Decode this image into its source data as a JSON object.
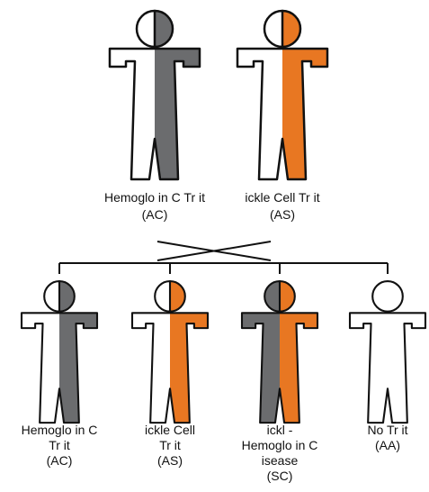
{
  "colors": {
    "outline": "#111111",
    "white": "#ffffff",
    "gray": "#6b6c6e",
    "orange": "#e87722"
  },
  "parents": [
    {
      "id": "parent-ac",
      "left_fill": "white",
      "right_fill": "gray",
      "label": [
        "Hemoglo  in C Tr  it",
        "(AC)"
      ]
    },
    {
      "id": "parent-as",
      "left_fill": "white",
      "right_fill": "orange",
      "label": [
        "ickle Cell Tr  it",
        "(AS)"
      ]
    }
  ],
  "children": [
    {
      "id": "child-ac",
      "left_fill": "white",
      "right_fill": "gray",
      "label": [
        "Hemoglo  in C",
        "Tr  it",
        "(AC)"
      ]
    },
    {
      "id": "child-as",
      "left_fill": "white",
      "right_fill": "orange",
      "label": [
        "ickle Cell",
        "Tr  it",
        "(AS)"
      ]
    },
    {
      "id": "child-sc",
      "left_fill": "gray",
      "right_fill": "orange",
      "label": [
        "ickl  -",
        "Hemoglo  in C",
        "isease",
        "(SC)"
      ]
    },
    {
      "id": "child-aa",
      "left_fill": "white",
      "right_fill": "white",
      "label": [
        "No Tr  it",
        "(AA)"
      ]
    }
  ]
}
